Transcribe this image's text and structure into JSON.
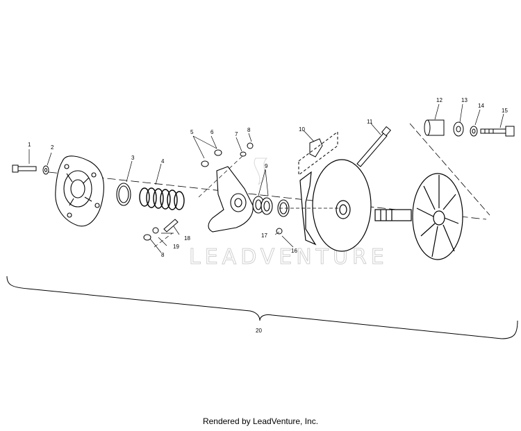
{
  "watermark": "LEADVENTURE",
  "footer": "Rendered by LeadVenture, Inc.",
  "callouts": {
    "c1": "1",
    "c2": "2",
    "c3": "3",
    "c4": "4",
    "c5": "5",
    "c6": "6",
    "c7": "7",
    "c8a": "8",
    "c8b": "8",
    "c9": "9",
    "c10": "10",
    "c11": "11",
    "c12": "12",
    "c13": "13",
    "c14": "14",
    "c15": "15",
    "c16": "16",
    "c17": "17",
    "c18": "18",
    "c19": "19",
    "c20": "20"
  }
}
